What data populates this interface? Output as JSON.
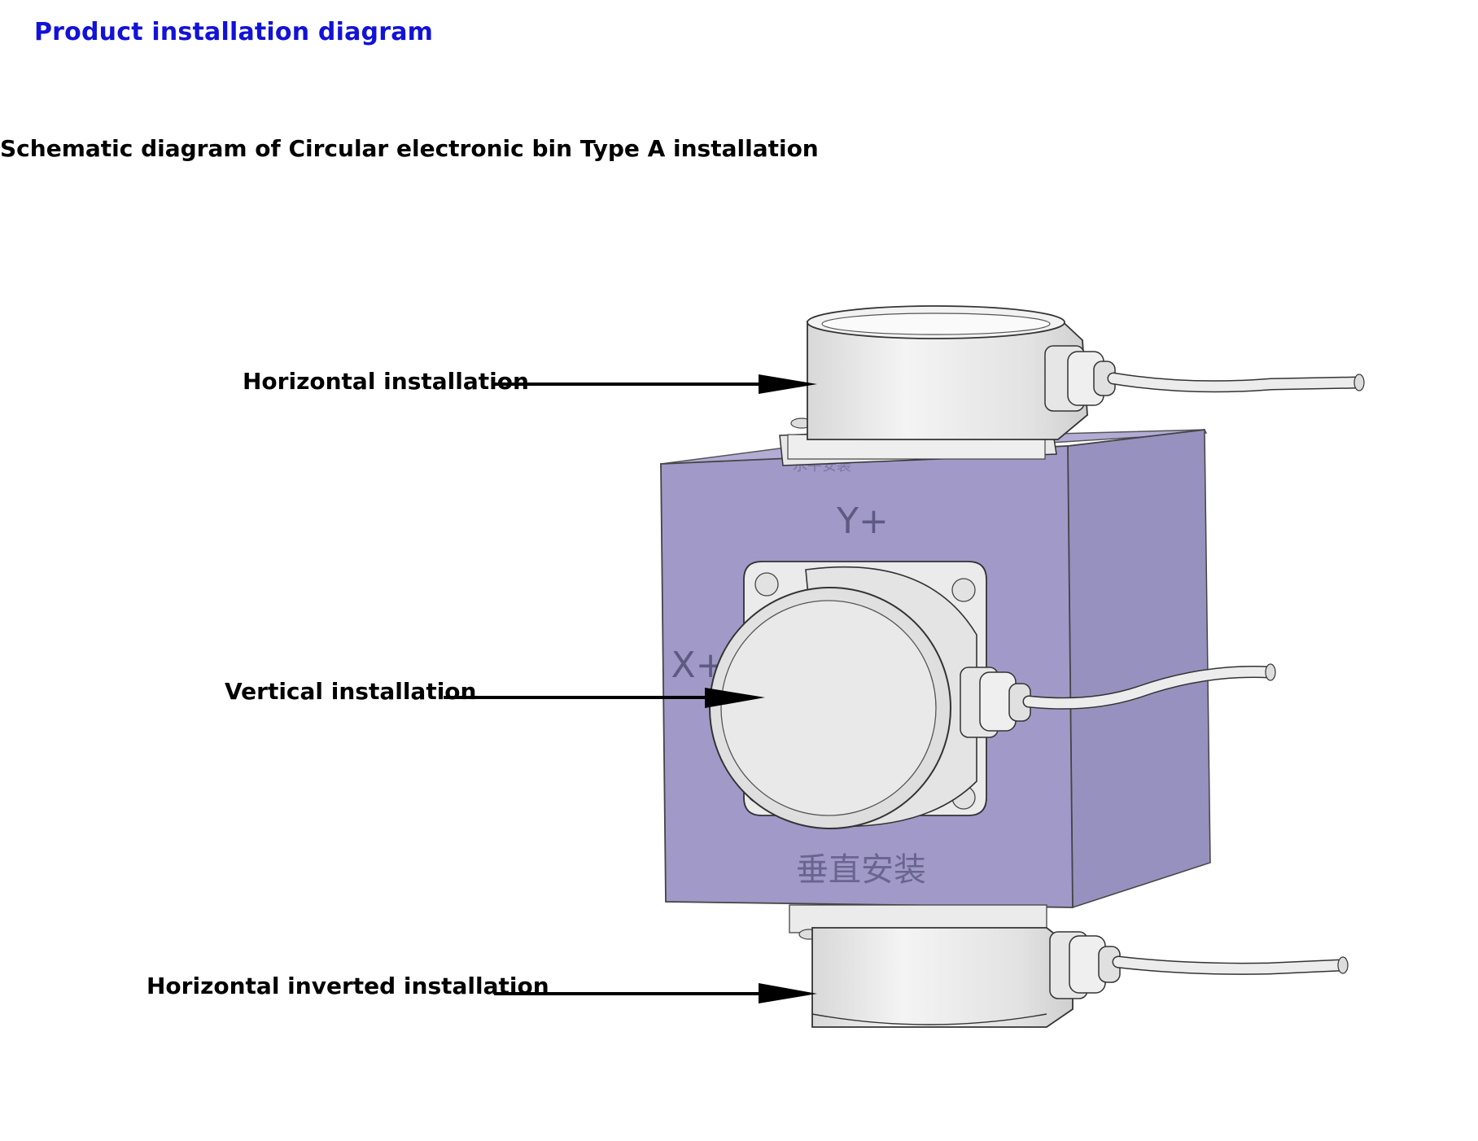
{
  "page": {
    "heading": "Product installation diagram",
    "diagram_title": "Schematic diagram of Circular electronic bin Type A installation"
  },
  "callouts": {
    "horizontal": "Horizontal installation",
    "vertical": "Vertical installation",
    "horizontal_inverted": "Horizontal inverted installation"
  },
  "block_markings": {
    "y_axis": "Y+",
    "x_axis": "X+",
    "front_text": "垂直安装",
    "top_text": "水平安装"
  },
  "colors": {
    "heading": "#1212d8",
    "block_front": "#a19ac8",
    "block_side": "#8f89b8",
    "block_top": "#b3acd6",
    "sensor_body": "#e6e6e6",
    "arrow": "#000000"
  }
}
